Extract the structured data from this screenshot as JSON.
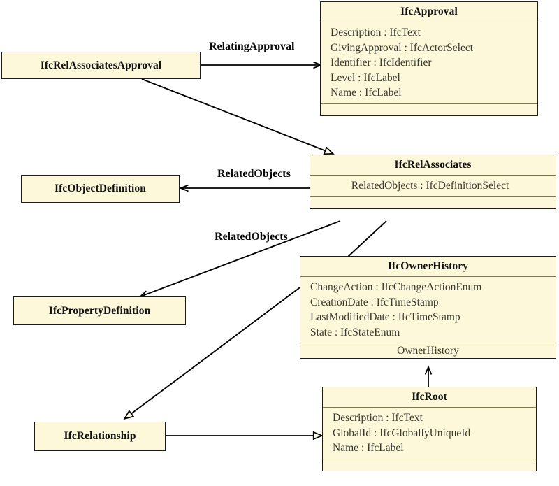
{
  "diagram": {
    "title": "IfcApproval relationship UML class diagram",
    "background": "#ffffff",
    "class_fill": "#fcf8d9",
    "class_border": "#1b1b1b",
    "compartment_rule": "#7b7a4e",
    "edge_color": "#000000"
  },
  "classes": {
    "ifc_approval": {
      "name": "IfcApproval",
      "attributes": [
        "Description : IfcText",
        "GivingApproval : IfcActorSelect",
        "Identifier : IfcIdentifier",
        "Level : IfcLabel",
        "Name : IfcLabel"
      ]
    },
    "ifc_rel_associates_approval": {
      "name": "IfcRelAssociatesApproval",
      "attributes": []
    },
    "ifc_rel_associates": {
      "name": "IfcRelAssociates",
      "attributes": [
        "RelatedObjects : IfcDefinitionSelect"
      ]
    },
    "ifc_object_definition": {
      "name": "IfcObjectDefinition",
      "attributes": []
    },
    "ifc_property_definition": {
      "name": "IfcPropertyDefinition",
      "attributes": []
    },
    "ifc_owner_history": {
      "name": "IfcOwnerHistory",
      "attributes": [
        "ChangeAction : IfcChangeActionEnum",
        "CreationDate : IfcTimeStamp",
        "LastModifiedDate : IfcTimeStamp",
        "State : IfcStateEnum"
      ],
      "footer_label": "OwnerHistory"
    },
    "ifc_root": {
      "name": "IfcRoot",
      "attributes": [
        "Description : IfcText",
        "GlobalId : IfcGloballyUniqueId",
        "Name : IfcLabel"
      ]
    },
    "ifc_relationship": {
      "name": "IfcRelationship",
      "attributes": []
    }
  },
  "edge_labels": {
    "relating_approval": "RelatingApproval",
    "related_objects_top": "RelatedObjects",
    "related_objects_bottom": "RelatedObjects"
  },
  "edges": [
    {
      "name": "relating-approval-association",
      "from": "IfcRelAssociatesApproval",
      "to": "IfcApproval",
      "kind": "association",
      "label": "RelatingApproval"
    },
    {
      "name": "rel-associates-approval-generalization",
      "from": "IfcRelAssociatesApproval",
      "to": "IfcRelAssociates",
      "kind": "generalization",
      "label": ""
    },
    {
      "name": "related-objects-object-definition",
      "from": "IfcRelAssociates",
      "to": "IfcObjectDefinition",
      "kind": "association",
      "label": "RelatedObjects"
    },
    {
      "name": "related-objects-property-definition",
      "from": "IfcRelAssociates",
      "to": "IfcPropertyDefinition",
      "kind": "association",
      "label": "RelatedObjects"
    },
    {
      "name": "rel-associates-owner-history",
      "from": "IfcRelAssociates",
      "to": "IfcOwnerHistory",
      "kind": "plain",
      "label": ""
    },
    {
      "name": "rel-associates-relationship-generalization",
      "from": "IfcOwnerHistory",
      "to": "IfcRelationship",
      "kind": "generalization",
      "label": ""
    },
    {
      "name": "owner-history-association",
      "from": "IfcRoot",
      "to": "IfcOwnerHistory",
      "kind": "association",
      "label": "OwnerHistory"
    },
    {
      "name": "relationship-root-generalization",
      "from": "IfcRelationship",
      "to": "IfcRoot",
      "kind": "generalization",
      "label": ""
    }
  ]
}
